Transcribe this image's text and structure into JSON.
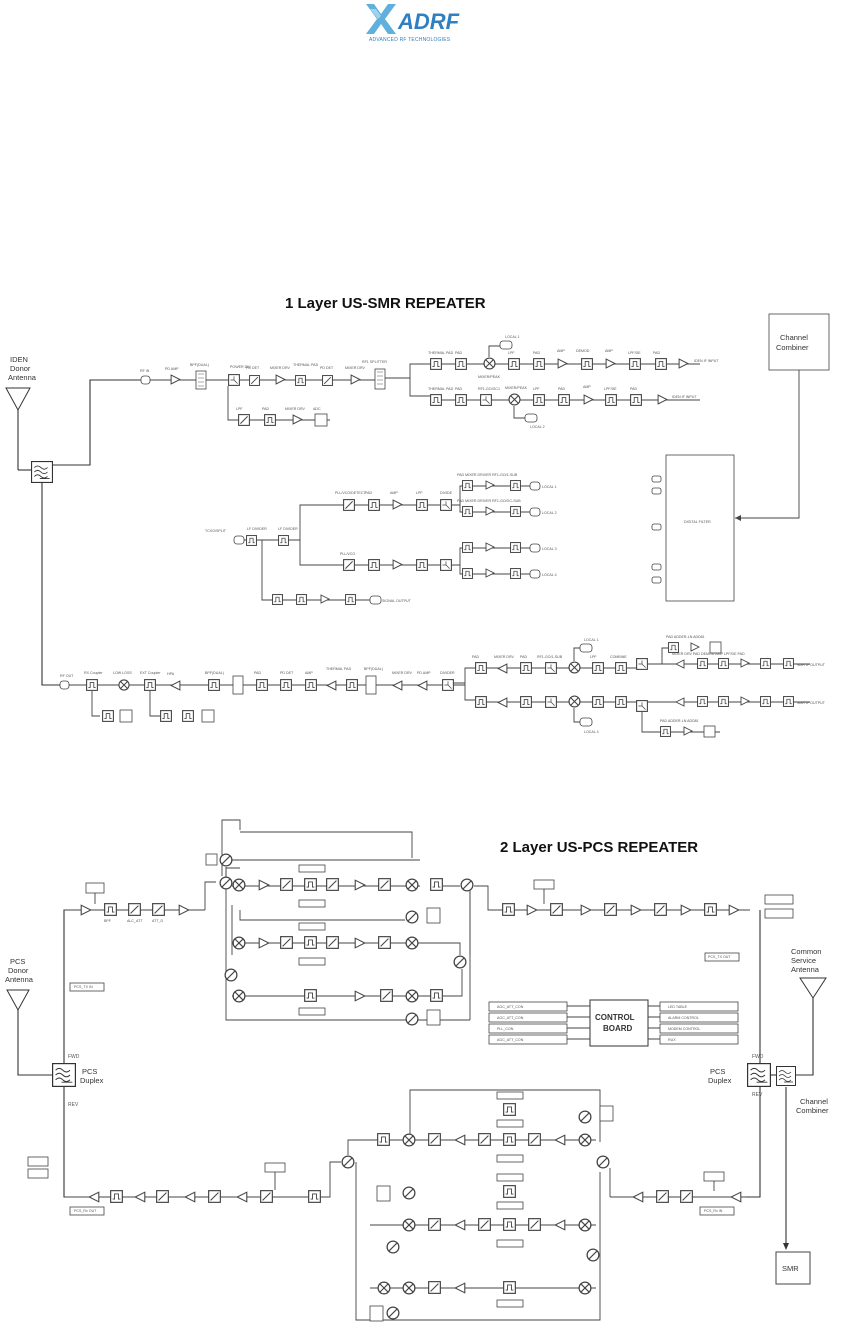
{
  "logo": {
    "text": "ADRF",
    "tagline": "ADVANCED RF TECHNOLOGIES"
  },
  "diagram1": {
    "title": "1 Layer   US-SMR REPEATER",
    "donor_antenna": [
      "IDEN",
      "Donor",
      "Antenna"
    ],
    "combiner": [
      "Channel",
      "Combiner"
    ],
    "digital_block": "DIGITAL FILTER"
  },
  "diagram2": {
    "title": "2 Layer   US-PCS REPEATER",
    "pcs_donor_antenna": [
      "PCS",
      "Donor",
      "Antenna"
    ],
    "common_antenna": [
      "Common",
      "Service",
      "Antenna"
    ],
    "pcs_duplex_left": [
      "PCS",
      "Duplex"
    ],
    "pcs_duplex_right": [
      "PCS",
      "Duplex"
    ],
    "fwd_left": "FWD",
    "rev_left": "REV",
    "fwd_right": "FWD",
    "rev_right": "REV",
    "channel_combiner": [
      "Channel",
      "Combiner"
    ],
    "smr": "SMR",
    "control_board": [
      "CONTROL",
      "BOARD"
    ],
    "control_inputs": [
      "AGC_ATT_CON",
      "AGC_ATT_CON",
      "PLL_CON",
      "AGC_ATT_CON"
    ],
    "control_outputs": [
      "LED TABLE",
      "ALARM CONTROL",
      "MODEM CONTROL",
      "RUX"
    ],
    "pcs_tx_in_left": "PCS_TX IN",
    "pcs_tx_out_right": "PCS_TX OUT",
    "pcs_rx_out_left": "PCS_Rx OUT",
    "pcs_rx_in_right": "PCS_Rx IN"
  }
}
